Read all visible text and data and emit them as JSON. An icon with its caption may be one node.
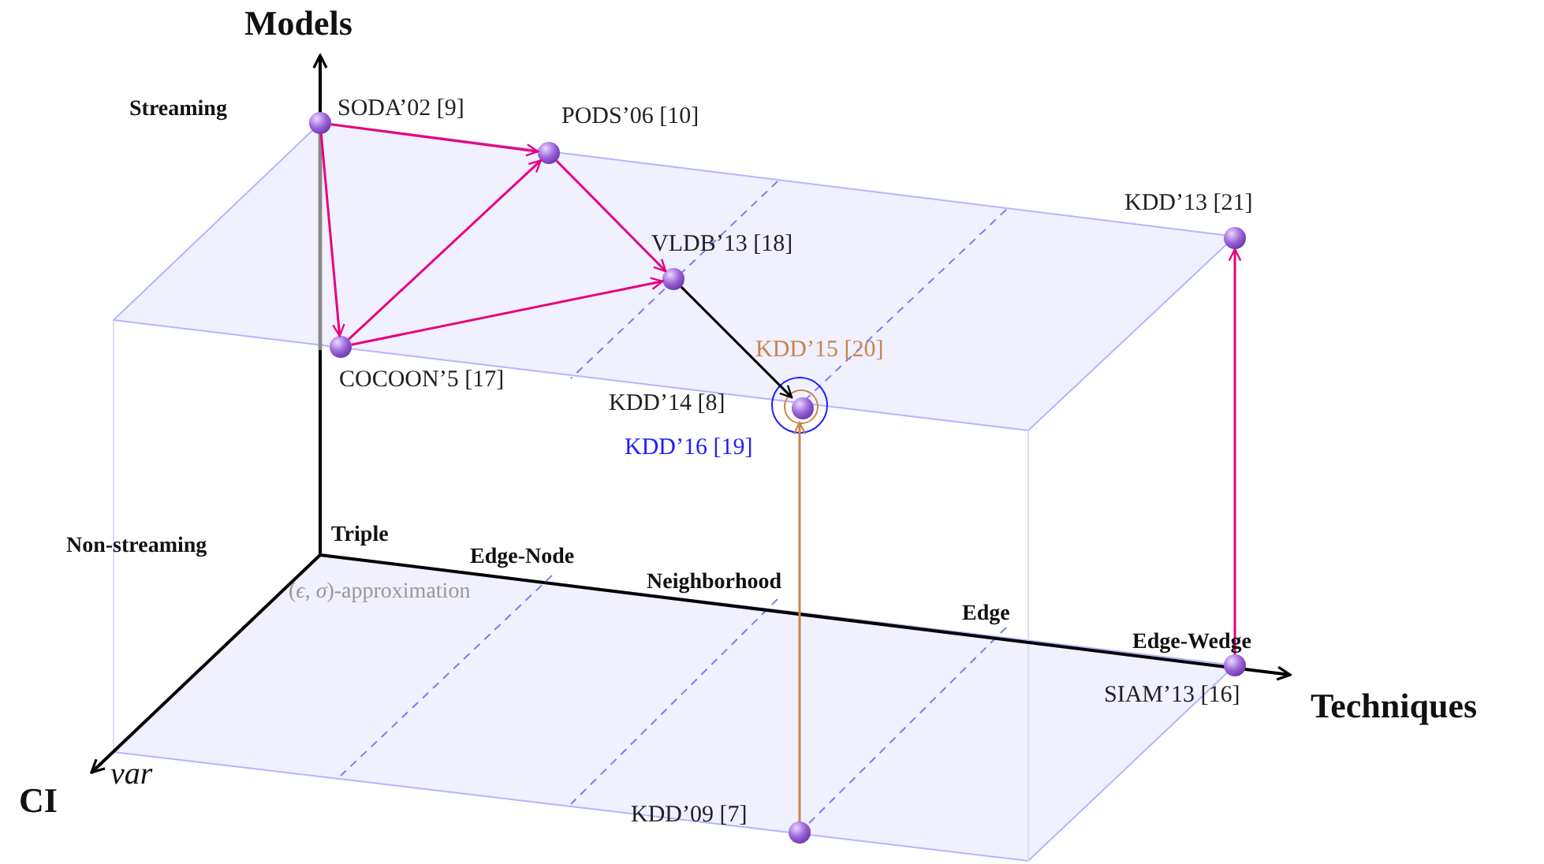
{
  "diagram": {
    "nodes": [
      {
        "text": [],
        "shape": "circle",
        "beside": [
          "SODA’02 [9]"
        ]
      },
      {
        "text": [],
        "shape": "circle",
        "beside": [
          "PODS’06 [10]"
        ]
      },
      {
        "text": [],
        "shape": "circle",
        "beside": [
          "KDD’13 [21]"
        ]
      },
      {
        "text": [],
        "shape": "circle",
        "beside": [
          "VLDB’13 [18]"
        ]
      },
      {
        "text": [],
        "shape": "circle",
        "beside": [
          "COCOON’5 [17]"
        ]
      },
      {
        "text": [],
        "shape": "circle",
        "beside": [
          "KDD’16 [19]"
        ]
      },
      {
        "text": [],
        "shape": "circle",
        "beside": [
          "KDD’15 [20]"
        ],
        "in": 5
      },
      {
        "text": [],
        "shape": "circle",
        "beside": [
          "KDD’14 [8]"
        ],
        "in": 6
      },
      {
        "text": [],
        "shape": "circle",
        "beside": [
          "SIAM’13 [16]"
        ]
      },
      {
        "text": [],
        "shape": "circle",
        "beside": [
          "KDD’09 [7]"
        ]
      }
    ],
    "edges": [
      {
        "from": 0,
        "to": 1,
        "arrow": "to"
      },
      {
        "from": 0,
        "to": 4,
        "arrow": "to"
      },
      {
        "from": 4,
        "to": 1,
        "arrow": "to"
      },
      {
        "from": 4,
        "to": 3,
        "arrow": "to"
      },
      {
        "from": 1,
        "to": 3,
        "arrow": "to"
      },
      {
        "from": 3,
        "to": 7,
        "arrow": "to",
        "color": "#000000"
      },
      {
        "from": 9,
        "to": 6,
        "arrow": "to",
        "color": "#c8864a"
      },
      {
        "from": 8,
        "to": 2,
        "arrow": "to"
      }
    ],
    "labels": [
      "Models",
      "Streaming",
      "Non-streaming",
      "Triple",
      "Edge-Node",
      "(*ϵ*, *σ*)-approximation",
      "Neighborhood",
      "Edge",
      "Edge-Wedge",
      "Techniques",
      "CI",
      "var"
    ]
  }
}
